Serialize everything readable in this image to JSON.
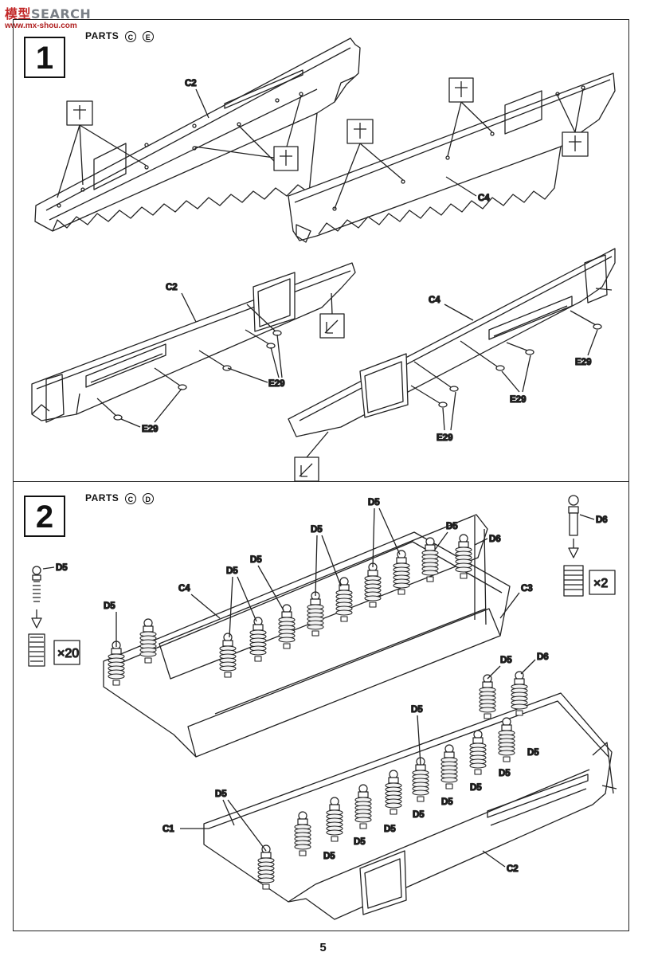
{
  "watermark": {
    "text_prefix": "模型",
    "text_main": "SEARCH",
    "sub": "www.mx-shou.com"
  },
  "steps": [
    {
      "number": "1",
      "parts_label": "PARTS",
      "parts": [
        "C",
        "E"
      ]
    },
    {
      "number": "2",
      "parts_label": "PARTS",
      "parts": [
        "C",
        "D"
      ]
    }
  ],
  "labels": {
    "c1": "C1",
    "c2": "C2",
    "c3": "C3",
    "c4": "C4",
    "d5": "D5",
    "d6": "D6",
    "e29": "E29"
  },
  "multipliers": {
    "d5": "×20",
    "d6": "×2"
  },
  "page_number": "5"
}
